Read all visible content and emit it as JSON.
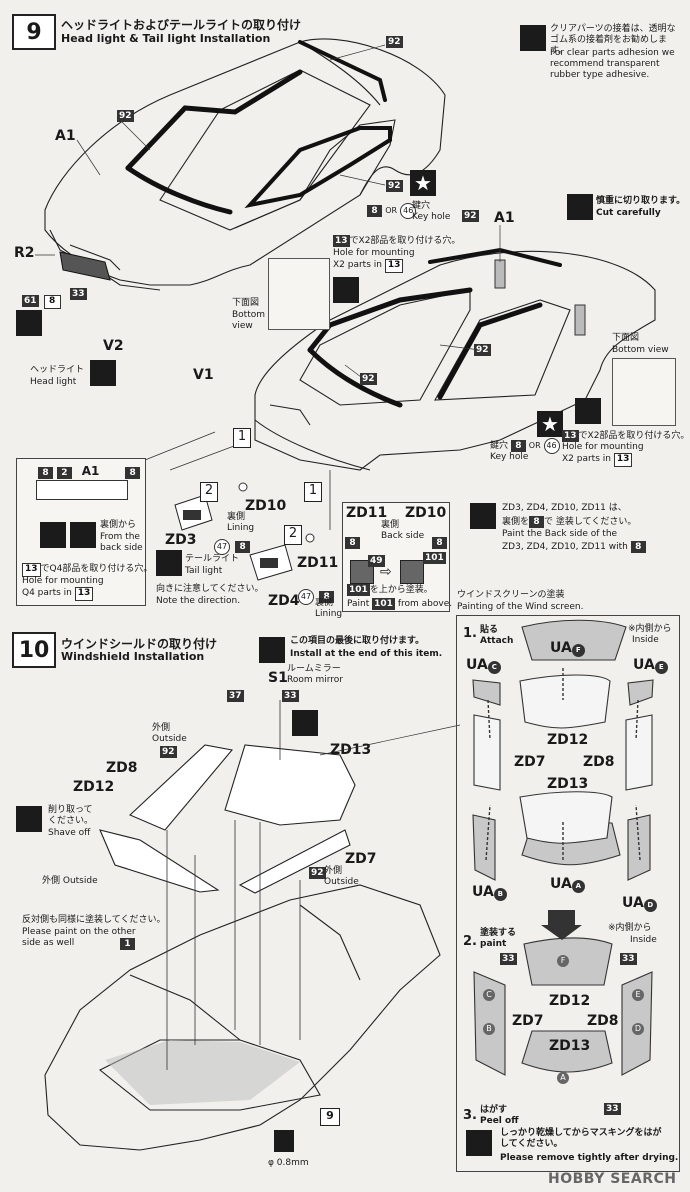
{
  "step9": {
    "number": "9",
    "title_jp": "ヘッドライトおよびテールライトの取り付け",
    "title_en": "Head light & Tail light Installation"
  },
  "clear_parts": {
    "jp": "クリアパーツの接着は、透明なゴム系の接着剤をお勧めします。",
    "en": "For clear parts adhesion we recommend transparent rubber type adhesive."
  },
  "parts_top": {
    "a1": "A1",
    "n92": "92",
    "r2": "R2",
    "n61": "61",
    "n8": "8",
    "n33": "33",
    "v2": "V2",
    "v1": "V1",
    "or": "OR",
    "n46": "46",
    "key_jp": "鍵穴",
    "key_en": "Key hole",
    "headlight_jp": "ヘッドライト",
    "headlight_en": "Head light"
  },
  "cut_carefully": {
    "jp": "慎重に切り取ります。",
    "en": "Cut carefully"
  },
  "hole_x2": {
    "n13": "13",
    "jp": "でX2部品を取り付ける穴。",
    "en1": "Hole for mounting",
    "en2": "X2 parts in"
  },
  "bottom_view": {
    "jp": "下面図",
    "en1": "Bottom",
    "en2": "view",
    "en_one": "Bottom view"
  },
  "circled": {
    "one": "1",
    "two": "2"
  },
  "left_detail": {
    "n8": "8",
    "n2": "2",
    "a1": "A1",
    "back_jp": "裏側から",
    "back_en1": "From the",
    "back_en2": "back side",
    "q4_jp": "でQ4部品を取り付ける穴。",
    "q4_en1": "Hole for mounting",
    "q4_en2": "Q4 parts in"
  },
  "tail": {
    "zd10": "ZD10",
    "zd3": "ZD3",
    "zd11": "ZD11",
    "zd4": "ZD4",
    "lining_jp": "裏側",
    "lining_en": "Lining",
    "n47": "47",
    "n8": "8",
    "tail_jp": "テールライト",
    "tail_en": "Tail light",
    "note_jp": "向きに注意してください。",
    "note_en": "Note the direction.",
    "back_jp": "裏側",
    "back_en": "Back side",
    "n49": "49",
    "n101": "101",
    "paint_jp": "を上から塗装。",
    "paint_en1": "Paint",
    "paint_en2": "from above."
  },
  "zd_note": {
    "jp1": "ZD3, ZD4, ZD10, ZD11 は、",
    "jp2": "裏側を",
    "jp3": "で 塗装してください。",
    "en": "Paint the Back side of the",
    "en2": "ZD3, ZD4, ZD10, ZD11 with"
  },
  "step10": {
    "number": "10",
    "title_jp": "ウインドシールドの取り付け",
    "title_en": "Windshield Installation",
    "last_jp": "この項目の最後に取り付けます。",
    "last_en": "Install at the end of this item.",
    "mirror_jp": "ルームミラー",
    "mirror_en": "Room mirror",
    "s1": "S1",
    "n37": "37",
    "n33": "33",
    "outside_jp": "外側",
    "outside_en": "Outside",
    "n92": "92",
    "zd8": "ZD8",
    "zd12": "ZD12",
    "zd13": "ZD13",
    "zd7": "ZD7",
    "shave_jp": "削り取って",
    "shave_jp2": "ください。",
    "shave_en": "Shave off",
    "outside_line": "外側 Outside",
    "opp_jp": "反対側も同様に塗装してください。",
    "opp_en1": "Please paint on the other",
    "opp_en2": "side as well",
    "n1": "1",
    "n9": "9",
    "drill": "φ 0.8mm"
  },
  "windscreen": {
    "title_jp": "ウインドスクリーンの塗装",
    "title_en": "Painting of the Wind screen.",
    "s1_num": "1.",
    "s1_jp": "貼る",
    "s1_en": "Attach",
    "inside_jp": "※内側から",
    "inside_en": "Inside",
    "uaf": "UA",
    "f": "F",
    "uac": "UA",
    "c": "C",
    "uae": "UA",
    "e": "E",
    "uab": "UA",
    "b": "B",
    "uaa": "UA",
    "a": "A",
    "uad": "UA",
    "d": "D",
    "zd12": "ZD12",
    "zd7": "ZD7",
    "zd8": "ZD8",
    "zd13": "ZD13",
    "s2_num": "2.",
    "s2_jp": "塗装する",
    "s2_en": "paint",
    "n33": "33",
    "s3_num": "3.",
    "s3_jp": "はがす",
    "s3_en": "Peel off",
    "remove_jp": "しっかり乾燥してからマスキングをはがしてください。",
    "remove_en": "Please remove tightly after drying."
  },
  "watermark": "HOBBY SEARCH"
}
